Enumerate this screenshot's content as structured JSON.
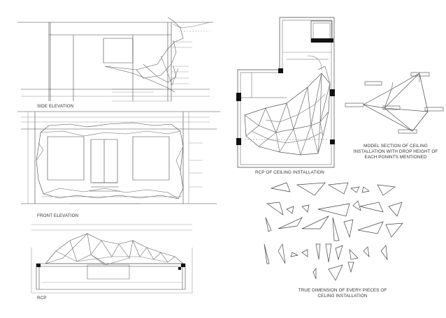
{
  "labels": {
    "side_elevation": "SIDE ELEVATION",
    "front_elevation": "FRONT ELEVATION",
    "rcp": "RCP",
    "rcp_ceiling": "RCP OF CEILING INSTALLATION",
    "model_section": "MODEL SECTION OF CEILING\nINSTALLATION WITH DROP HEIGHT OF\nEACH PONINTS MENTIONED",
    "true_dimension": "TRUE DIMENSION OF EVERY PIECES OF\nCELING INSTALLATION"
  },
  "colors": {
    "line": "#3a3a3a",
    "light_line": "#8a8a8a",
    "solid": "#111111"
  }
}
